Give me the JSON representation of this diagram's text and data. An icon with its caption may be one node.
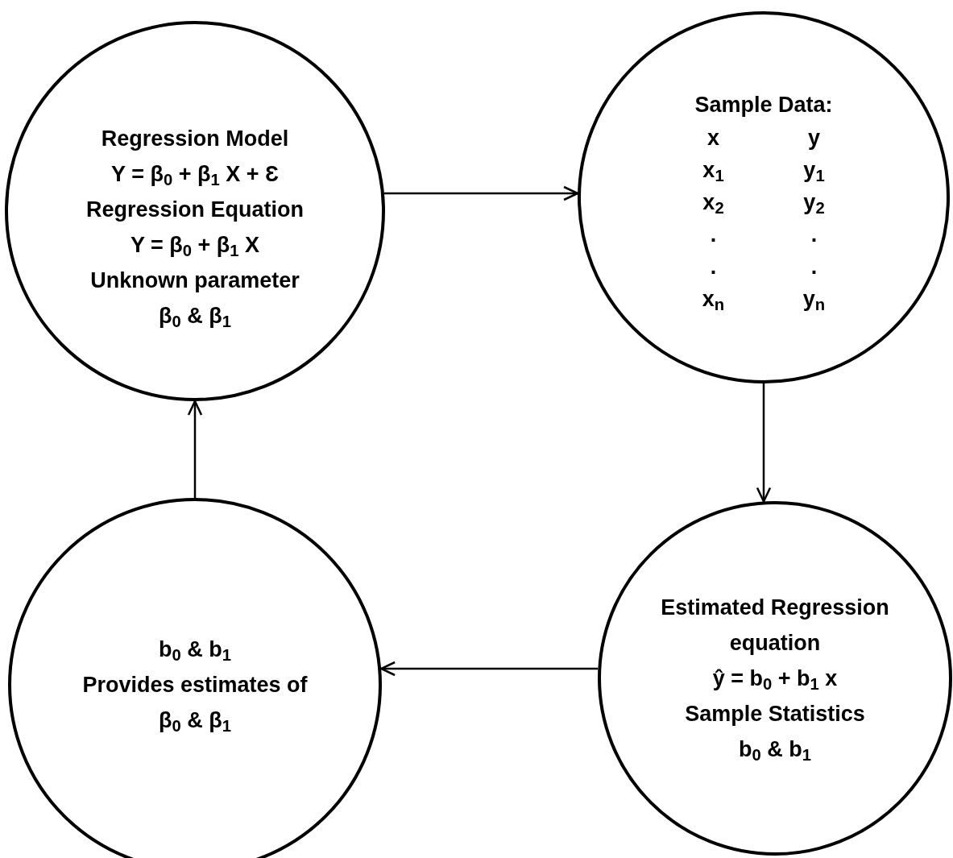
{
  "diagram": {
    "nodes": [
      {
        "text": [
          "Regression Model",
          "Y = β$_{0}$ + β$_{1}$ X + Ɛ",
          "Regression Equation",
          "Y = β$_{0}$ + β$_{1}$ X",
          "Unknown parameter",
          "β$_{0}$  & β$_{1}$"
        ]
      },
      {
        "text": [
          "Sample Data:",
          "x",
          "y",
          "x$_{1}$",
          "y$_{1}$",
          "x$_{2}$",
          "y$_{2}$",
          ".",
          ".",
          ".",
          ".",
          "x$_{n}$",
          "y$_{n}$"
        ]
      },
      {
        "text": [
          "Estimated Regression equation",
          "ŷ = b$_{0}$ + b$_{1}$ x",
          "Sample Statistics",
          "b$_{0}$ & b$_{1}$"
        ]
      },
      {
        "text": [
          "b$_{0}$  & b$_{1}$",
          "Provides estimates of",
          "β$_{0}$  & β$_{1}$"
        ]
      }
    ],
    "edges": [
      {
        "from": 0,
        "to": 1,
        "arrow": "to"
      },
      {
        "from": 1,
        "to": 2,
        "arrow": "to"
      },
      {
        "from": 2,
        "to": 3,
        "arrow": "to"
      },
      {
        "from": 3,
        "to": 0,
        "arrow": "to"
      }
    ]
  }
}
